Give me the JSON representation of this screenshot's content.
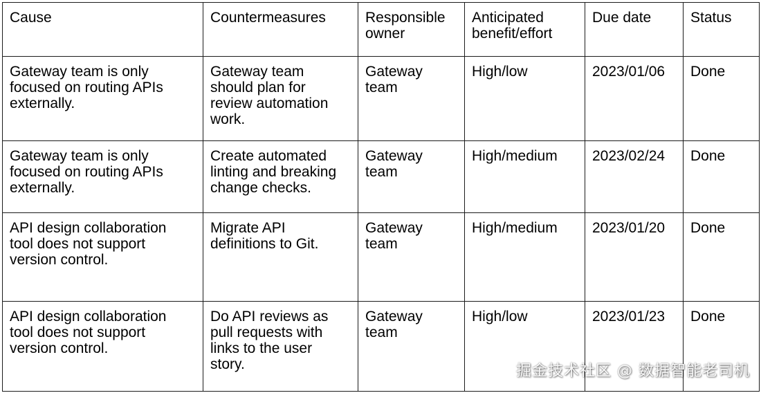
{
  "table": {
    "headers": [
      "Cause",
      "Countermeasures",
      "Responsible\nowner",
      "Anticipated\nbenefit/effort",
      "Due date",
      "Status"
    ],
    "rows": [
      [
        "Gateway team is only\nfocused on routing APIs\nexternally.",
        "Gateway team\nshould plan for\nreview automation\nwork.",
        "Gateway\nteam",
        "High/low",
        "2023/01/06",
        "Done"
      ],
      [
        "Gateway team is only\nfocused on routing APIs\nexternally.",
        "Create automated\nlinting and breaking\nchange checks.",
        "Gateway\nteam",
        "High/medium",
        "2023/02/24",
        "Done"
      ],
      [
        "API design collaboration\ntool does not support\nversion control.",
        "Migrate API\ndefinitions to Git.",
        "Gateway\nteam",
        "High/medium",
        "2023/01/20",
        "Done"
      ],
      [
        "API design collaboration\ntool does not support\nversion control.",
        "Do API reviews as\npull requests with\nlinks to the user\nstory.",
        "Gateway\nteam",
        "High/low",
        "2023/01/23",
        "Done"
      ]
    ]
  },
  "watermark": "掘金技术社区 @ 数据智能老司机"
}
